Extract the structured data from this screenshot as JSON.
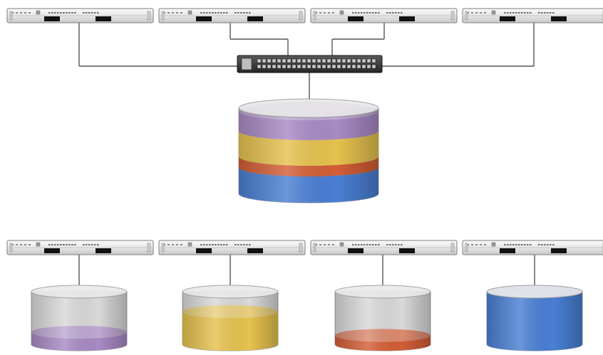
{
  "diagram": {
    "top_servers": [
      {
        "id": "server-1"
      },
      {
        "id": "server-2"
      },
      {
        "id": "server-3"
      },
      {
        "id": "server-4"
      }
    ],
    "switch": {
      "id": "network-switch",
      "ports": 24
    },
    "shared_storage": {
      "id": "shared-storage",
      "layers": [
        {
          "name": "purple",
          "color": "#a88ac4"
        },
        {
          "name": "yellow",
          "color": "#e6c24e"
        },
        {
          "name": "orange",
          "color": "#d35e36"
        },
        {
          "name": "blue",
          "color": "#4a7fd4"
        }
      ]
    },
    "bottom_pairs": [
      {
        "server": "server-5",
        "storage": "storage-purple",
        "color": "#a88ac4",
        "fill_level": 0.23
      },
      {
        "server": "server-6",
        "storage": "storage-yellow",
        "color": "#e6c24e",
        "fill_level": 0.62
      },
      {
        "server": "server-7",
        "storage": "storage-orange",
        "color": "#d35e36",
        "fill_level": 0.17
      },
      {
        "server": "server-8",
        "storage": "storage-blue",
        "color": "#4a7fd4",
        "fill_level": 1.0
      }
    ],
    "colors": {
      "server_body": "#eeeeee",
      "server_border": "#7d7d7d",
      "cable": "#555555",
      "cylinder_empty": "#d9d9d9",
      "switch_body": "#3a3a3a"
    }
  }
}
